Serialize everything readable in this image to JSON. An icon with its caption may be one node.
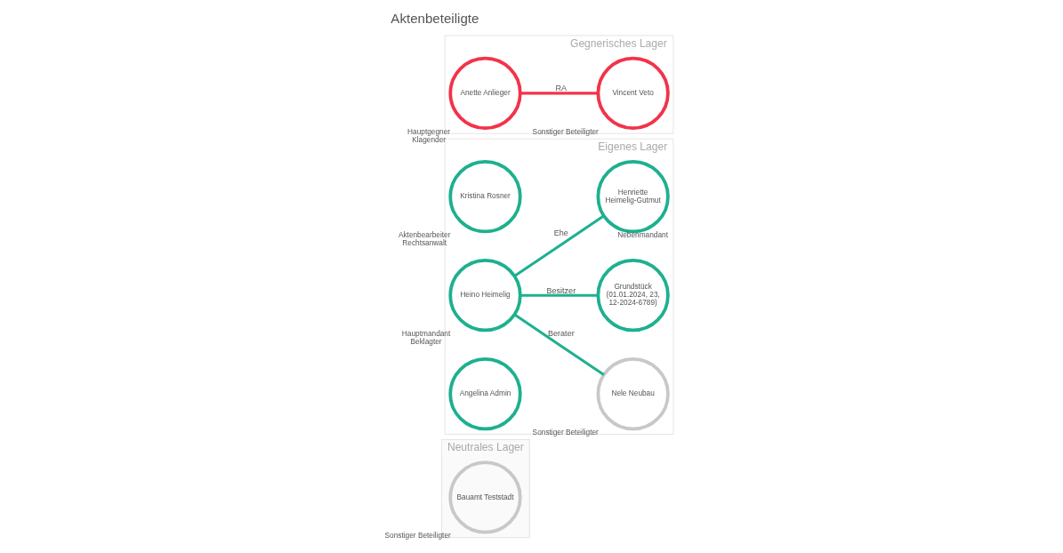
{
  "diagram": {
    "title": "Aktenbeteiligte",
    "nodes": [
      {
        "text": [
          "Neutrales Lager"
        ]
      },
      {
        "text": [
          "Bauamt Teststadt"
        ],
        "in": 0,
        "beside": [
          "Sonstiger Beteiligter"
        ]
      },
      {
        "text": [
          "Eigenes Lager"
        ]
      },
      {
        "text": [
          "Kristina Rosner"
        ],
        "in": 2,
        "beside": [
          "Aktenbearbeiter",
          "Rechtsanwalt"
        ]
      },
      {
        "text": [
          "Heino Heimelig"
        ],
        "in": 2,
        "beside": [
          "Hauptmandant",
          "Beklagter"
        ]
      },
      {
        "text": [
          "Nele Neubau"
        ],
        "in": 2,
        "beside": [
          "Sonstiger Beteiligter"
        ]
      },
      {
        "text": [
          "Angelina Admin"
        ],
        "in": 2
      },
      {
        "text": [
          "Grundstück (01.01.2024, 23, 12-2024-6789)"
        ],
        "in": 2
      },
      {
        "text": [
          "Henriette Heimelig-Gutmut"
        ],
        "in": 2,
        "beside": [
          "Nebenmandant"
        ]
      },
      {
        "text": [
          "Gegnerisches Lager"
        ]
      },
      {
        "text": [
          "Anette Anlieger"
        ],
        "in": 9,
        "beside": [
          "Hauptgegner",
          "Klagender"
        ]
      },
      {
        "text": [
          "Vincent Veto"
        ],
        "in": 9,
        "beside": [
          "Sonstiger Beteiligter"
        ]
      }
    ],
    "edges": [
      {
        "from": 4,
        "to": 5,
        "arrow": "none",
        "label": "Berater"
      },
      {
        "from": 4,
        "to": 8,
        "arrow": "none",
        "label": "Ehe"
      },
      {
        "from": 4,
        "to": 7,
        "arrow": "none",
        "label": "Besitzer"
      },
      {
        "from": 10,
        "to": 11,
        "arrow": "none",
        "label": "RA",
        "color": "#f2334a"
      }
    ]
  }
}
